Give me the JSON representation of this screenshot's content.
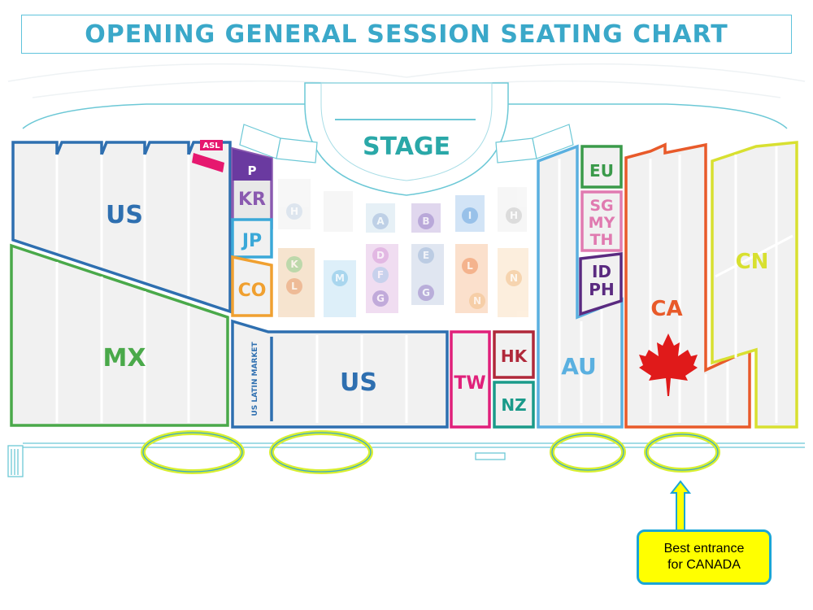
{
  "title": "OPENING GENERAL SESSION SEATING CHART",
  "stage": "STAGE",
  "sections": {
    "us_left": "US",
    "mx": "MX",
    "asl": "ASL",
    "p": "P",
    "kr": "KR",
    "jp": "JP",
    "co": "CO",
    "us_latin_market": "US LATIN MARKET",
    "us_center": "US",
    "tw": "TW",
    "hk": "HK",
    "nz": "NZ",
    "au": "AU",
    "eu": "EU",
    "sg": "SG",
    "my": "MY",
    "th": "TH",
    "id": "ID",
    "ph": "PH",
    "ca": "CA",
    "cn": "CN"
  },
  "faded_blocks": [
    "H",
    "A",
    "B",
    "I",
    "H",
    "K",
    "L",
    "M",
    "D",
    "E",
    "F",
    "G",
    "G",
    "L",
    "N",
    "N"
  ],
  "callout": {
    "line1": "Best entrance",
    "line2": "for CANADA"
  },
  "colors": {
    "title": "#3aa8c9",
    "us": "#2e6fb0",
    "mx": "#4aa94a",
    "asl": "#e6186f",
    "p": "#6a3aa0",
    "kr": "#8a5ab0",
    "jp": "#3aa8d8",
    "co": "#f0a030",
    "tw": "#e0207a",
    "hk": "#b0283a",
    "nz": "#1a9a8a",
    "au": "#5ab0e0",
    "eu": "#3a9a4a",
    "sgmyth": "#e07ab0",
    "idph": "#5a2a80",
    "ca": "#e85a2a",
    "cn": "#d8e030",
    "stage": "#2aa8a8",
    "entrance_ring": "#d8ef30",
    "callout_bg": "#ffff00",
    "callout_border": "#1aa5d6"
  }
}
